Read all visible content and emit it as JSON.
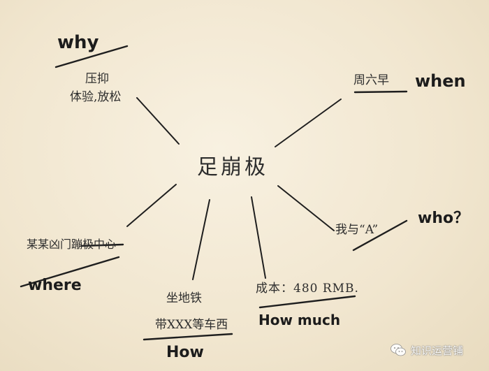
{
  "diagram": {
    "center": "足崩极",
    "branches": {
      "why": {
        "label": "why",
        "notes": [
          "压抑",
          "体验,放松"
        ]
      },
      "when": {
        "label": "when",
        "notes": [
          "周六早"
        ]
      },
      "where": {
        "label": "where",
        "notes": [
          "某某凶门蹦极中心"
        ]
      },
      "who": {
        "label": "who？",
        "notes": [
          "我与“A”"
        ]
      },
      "how_much": {
        "label": "How much",
        "notes": [
          "成本：480 RMB."
        ]
      },
      "how": {
        "label": "How",
        "notes": [
          "坐地铁",
          "带XXX等车西"
        ]
      }
    }
  },
  "watermark": {
    "text": "知识运营铺",
    "icon": "wechat-icon"
  },
  "colors": {
    "paper": "#f3ead6",
    "ink": "#1c1c1c"
  }
}
